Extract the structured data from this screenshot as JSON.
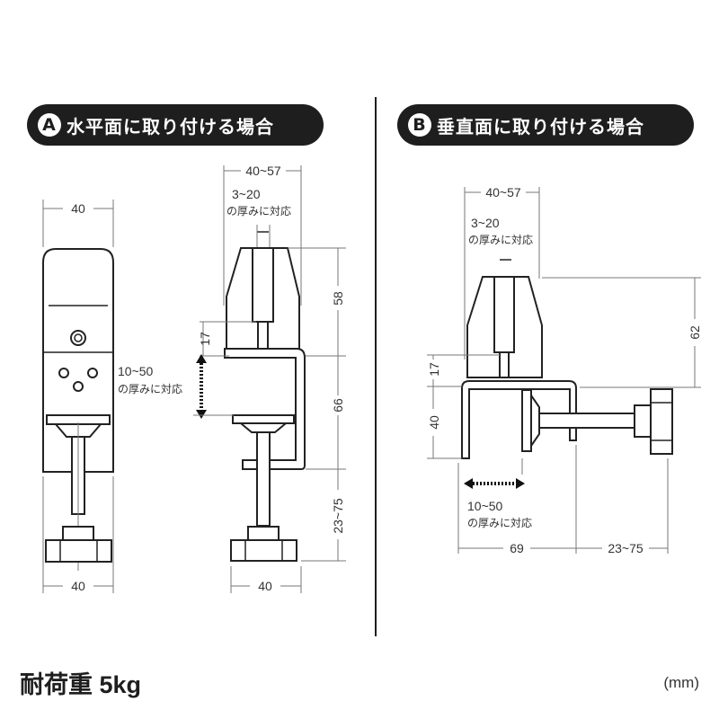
{
  "sections": {
    "a": {
      "badge": "A",
      "title": "水平面に取り付ける場合",
      "front_view": {
        "top_width": "40",
        "bottom_width": "40"
      },
      "side_view": {
        "top_width": "40~57",
        "slot_value": "3~20",
        "slot_caption": "の厚みに対応",
        "clamp_value": "10~50",
        "clamp_caption": "の厚みに対応",
        "dim_17": "17",
        "dim_58": "58",
        "dim_66": "66",
        "dim_screw": "23~75",
        "bottom_width": "40"
      }
    },
    "b": {
      "badge": "B",
      "title": "垂直面に取り付ける場合",
      "top_width": "40~57",
      "slot_value": "3~20",
      "slot_caption": "の厚みに対応",
      "dim_62": "62",
      "dim_17": "17",
      "dim_40": "40",
      "clamp_value": "10~50",
      "clamp_caption": "の厚みに対応",
      "dim_69": "69",
      "dim_screw": "23~75"
    }
  },
  "footer": {
    "load_capacity": "耐荷重 5kg",
    "unit": "(mm)"
  }
}
